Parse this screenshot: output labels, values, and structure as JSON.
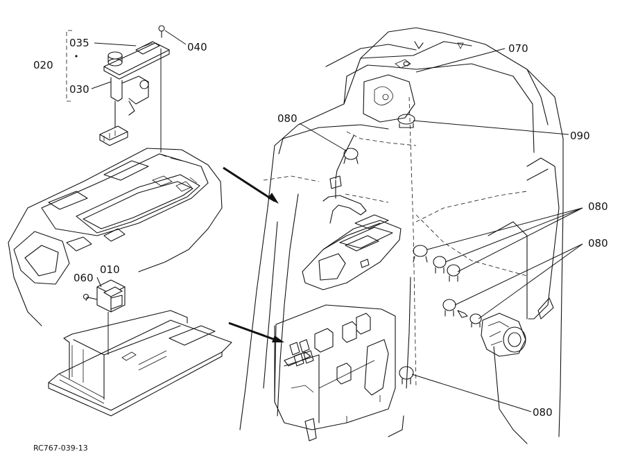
{
  "labels": {
    "p020": "020",
    "p035": "035",
    "p040": "040",
    "p030": "030",
    "p060": "060",
    "p010": "010",
    "p070": "070",
    "p080_left": "080",
    "p090": "090",
    "p080_right_a": "080",
    "p080_right_b": "080",
    "p080_bottom": "080"
  },
  "figure_ref": "RC767-039-13"
}
